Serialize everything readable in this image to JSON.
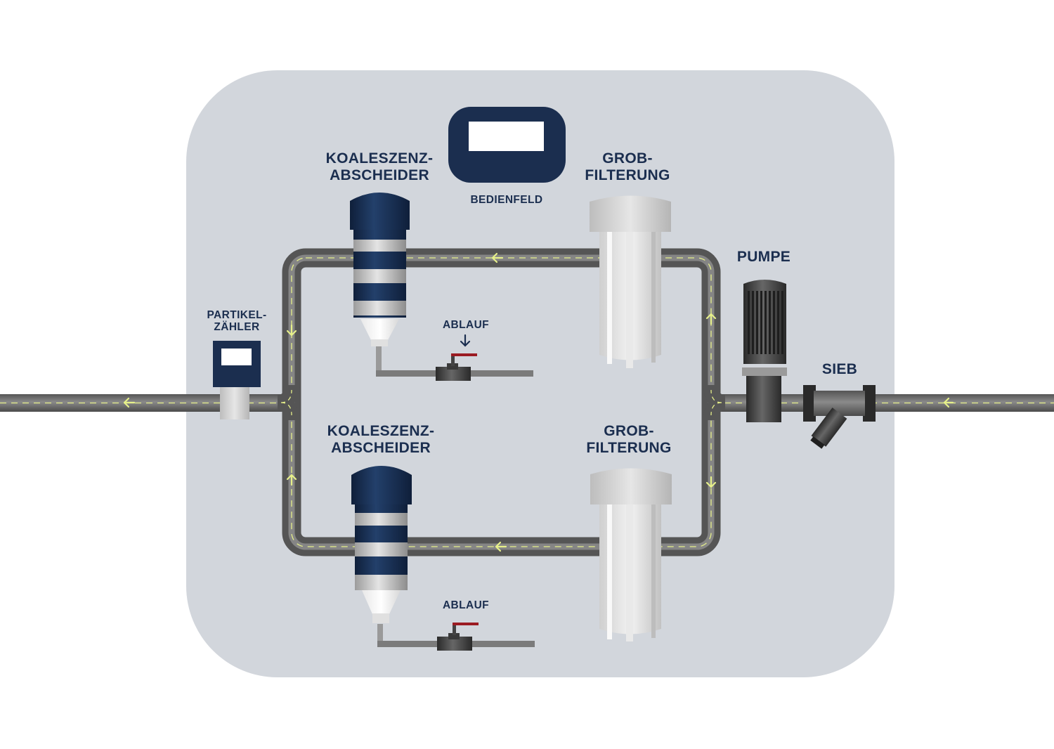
{
  "labels": {
    "coalescer_top": [
      "KOALESZENZ-",
      "ABSCHEIDER"
    ],
    "coalescer_bottom": [
      "KOALESZENZ-",
      "ABSCHEIDER"
    ],
    "coarse_filter_top": [
      "GROB-",
      "FILTERUNG"
    ],
    "coarse_filter_bottom": [
      "GROB-",
      "FILTERUNG"
    ],
    "control_panel": "BEDIENFELD",
    "pump": "PUMPE",
    "strainer": "SIEB",
    "particle_counter": [
      "PARTIKEL-",
      "ZÄHLER"
    ],
    "drain_top": "ABLAUF",
    "drain_bottom": "ABLAUF"
  },
  "colors": {
    "panel_bg": "#d2d6dc",
    "navy": "#1b2e4f",
    "pipe": "#6b6b6b",
    "flow_arrow": "#e6f08a",
    "valve_handle": "#9b1b22"
  },
  "icons": {
    "flow": "arrow-icon",
    "drain": "arrow-down-icon"
  }
}
